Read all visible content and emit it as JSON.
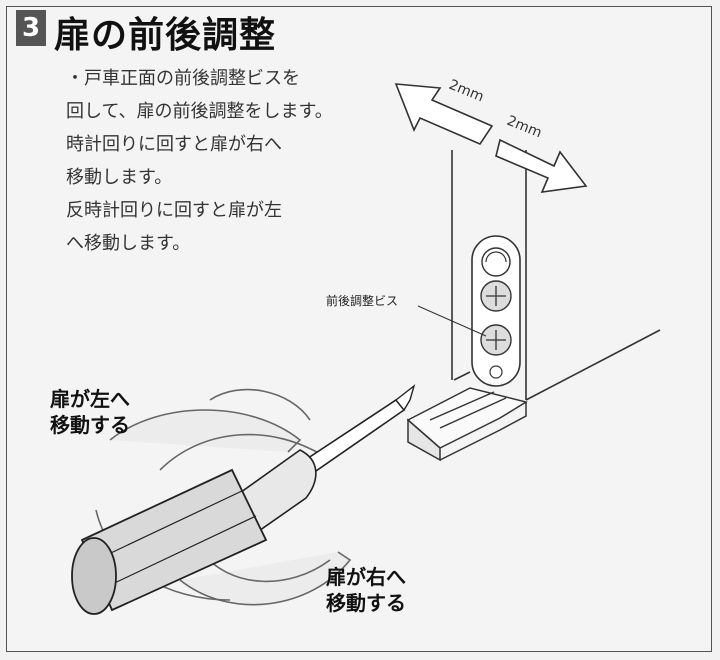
{
  "section": {
    "number": "3",
    "title": "扉の前後調整"
  },
  "instructions": {
    "lines": [
      "・戸車正面の前後調整ビスを",
      "回して、扉の前後調整をします。",
      "時計回りに回すと扉が右へ",
      "移動します。",
      "反時計回りに回すと扉が左",
      "へ移動します。"
    ]
  },
  "labels": {
    "screw": "前後調整ビス",
    "left_move": [
      "扉が左へ",
      "移動する"
    ],
    "right_move": [
      "扉が右へ",
      "移動する"
    ],
    "arrow_left_mm": "2mm",
    "arrow_right_mm": "2mm"
  }
}
